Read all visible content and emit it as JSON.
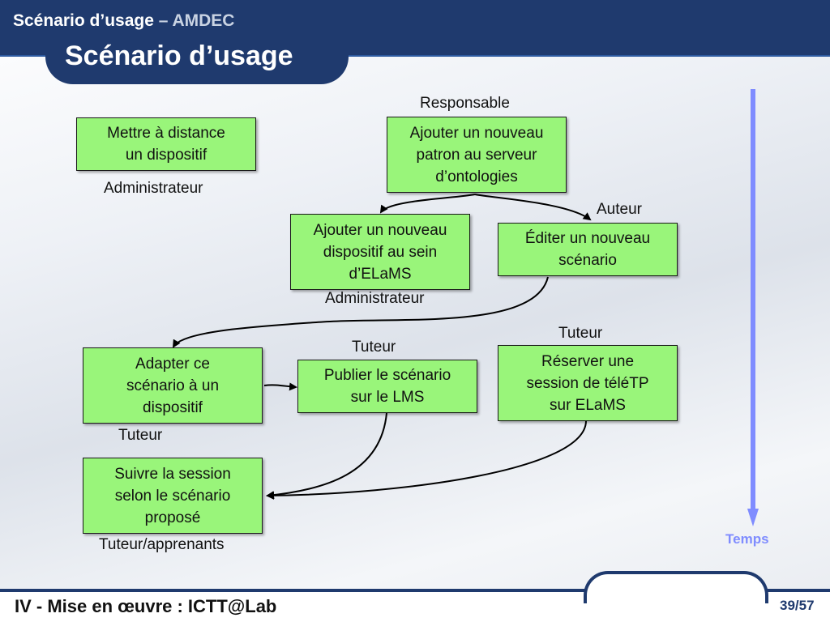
{
  "header": {
    "breadcrumb_main": "Scénario d’usage",
    "breadcrumb_accent": " – AMDEC",
    "title": "Scénario d’usage"
  },
  "boxes": {
    "mettre_distance": "Mettre à distance\nun dispositif",
    "ajouter_patron": "Ajouter un nouveau\npatron au serveur\nd’ontologies",
    "ajouter_dispositif": "Ajouter un nouveau\ndispositif au sein\nd’ELaMS",
    "editer_scenario": "Éditer un nouveau\nscénario",
    "adapter_scenario": "Adapter ce\nscénario à un\ndispositif",
    "publier_scenario": "Publier le scénario\nsur le LMS",
    "reserver_session": "Réserver une\nsession de téléTP\nsur ELaMS",
    "suivre_session": "Suivre la session\nselon le scénario\nproposé"
  },
  "roles": {
    "responsable": "Responsable",
    "administrateur_1": "Administrateur",
    "auteur": "Auteur",
    "administrateur_2": "Administrateur",
    "tuteur_reserver": "Tuteur",
    "tuteur_publier": "Tuteur",
    "tuteur_adapter": "Tuteur",
    "tuteur_apprenants": "Tuteur/apprenants"
  },
  "timeline": {
    "label": "Temps",
    "color": "#7f8cff"
  },
  "footer": {
    "text": "IV - Mise en œuvre : ICTT@Lab",
    "page": "39/57"
  },
  "colors": {
    "header": "#1f3a6e",
    "box_fill": "#99f57a"
  }
}
